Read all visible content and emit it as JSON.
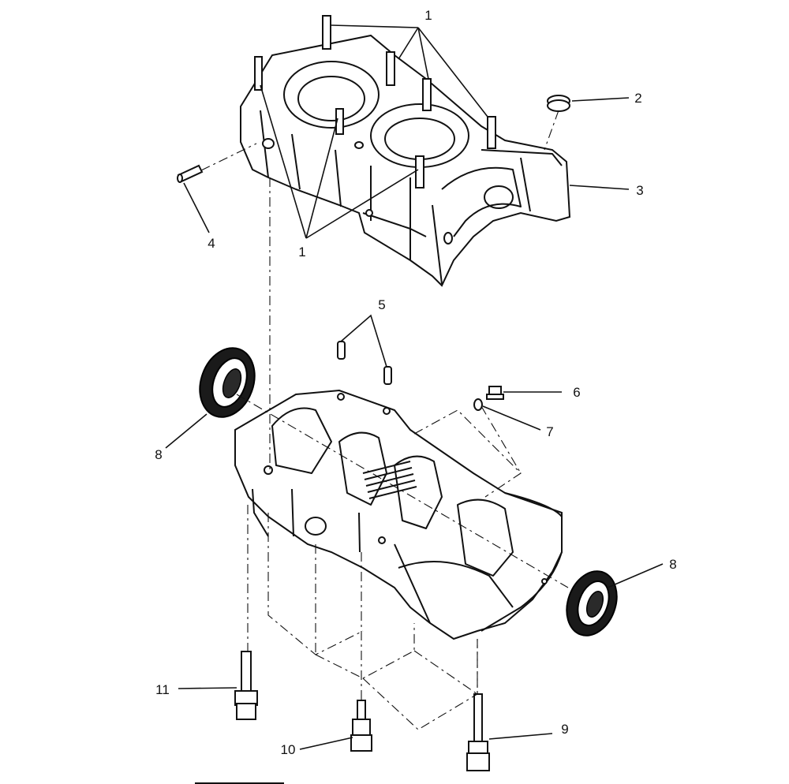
{
  "diagram": {
    "callouts": [
      {
        "id": "c1a",
        "text": "1"
      },
      {
        "id": "c1b",
        "text": "1"
      },
      {
        "id": "c2",
        "text": "2"
      },
      {
        "id": "c3",
        "text": "3"
      },
      {
        "id": "c4",
        "text": "4"
      },
      {
        "id": "c5",
        "text": "5"
      },
      {
        "id": "c6",
        "text": "6"
      },
      {
        "id": "c7",
        "text": "7"
      },
      {
        "id": "c8a",
        "text": "8"
      },
      {
        "id": "c8b",
        "text": "8"
      },
      {
        "id": "c9",
        "text": "9"
      },
      {
        "id": "c10",
        "text": "10"
      },
      {
        "id": "c11",
        "text": "11"
      }
    ]
  }
}
